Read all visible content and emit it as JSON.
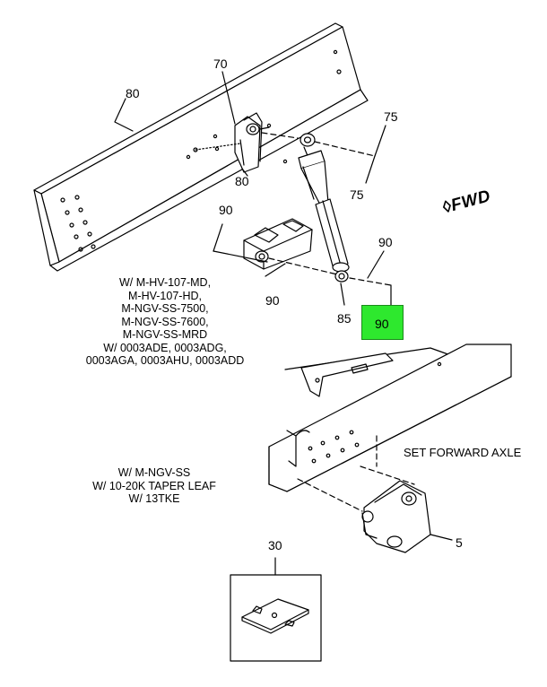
{
  "labels": {
    "callout_70": "70",
    "callout_80_top": "80",
    "callout_80_mid": "80",
    "callout_75_top": "75",
    "callout_75_bottom": "75",
    "callout_90_left": "90",
    "callout_90_right": "90",
    "callout_90_bottom": "90",
    "callout_90_highlight": "90",
    "callout_85": "85",
    "callout_30": "30",
    "callout_5": "5"
  },
  "fwd_marker": "FWD",
  "note_upper": [
    "W/ M-HV-107-MD,",
    "M-HV-107-HD,",
    "M-NGV-SS-7500,",
    "M-NGV-SS-7600,",
    "M-NGV-SS-MRD",
    "W/ 0003ADE, 0003ADG,",
    "0003AGA, 0003AHU, 0003ADD"
  ],
  "note_lower": [
    "W/ M-NGV-SS",
    "W/ 10-20K TAPER LEAF",
    "W/ 13TKE"
  ],
  "set_forward_axle": "SET FORWARD AXLE",
  "colors": {
    "highlight": "#2ee82e",
    "line": "#000000"
  }
}
